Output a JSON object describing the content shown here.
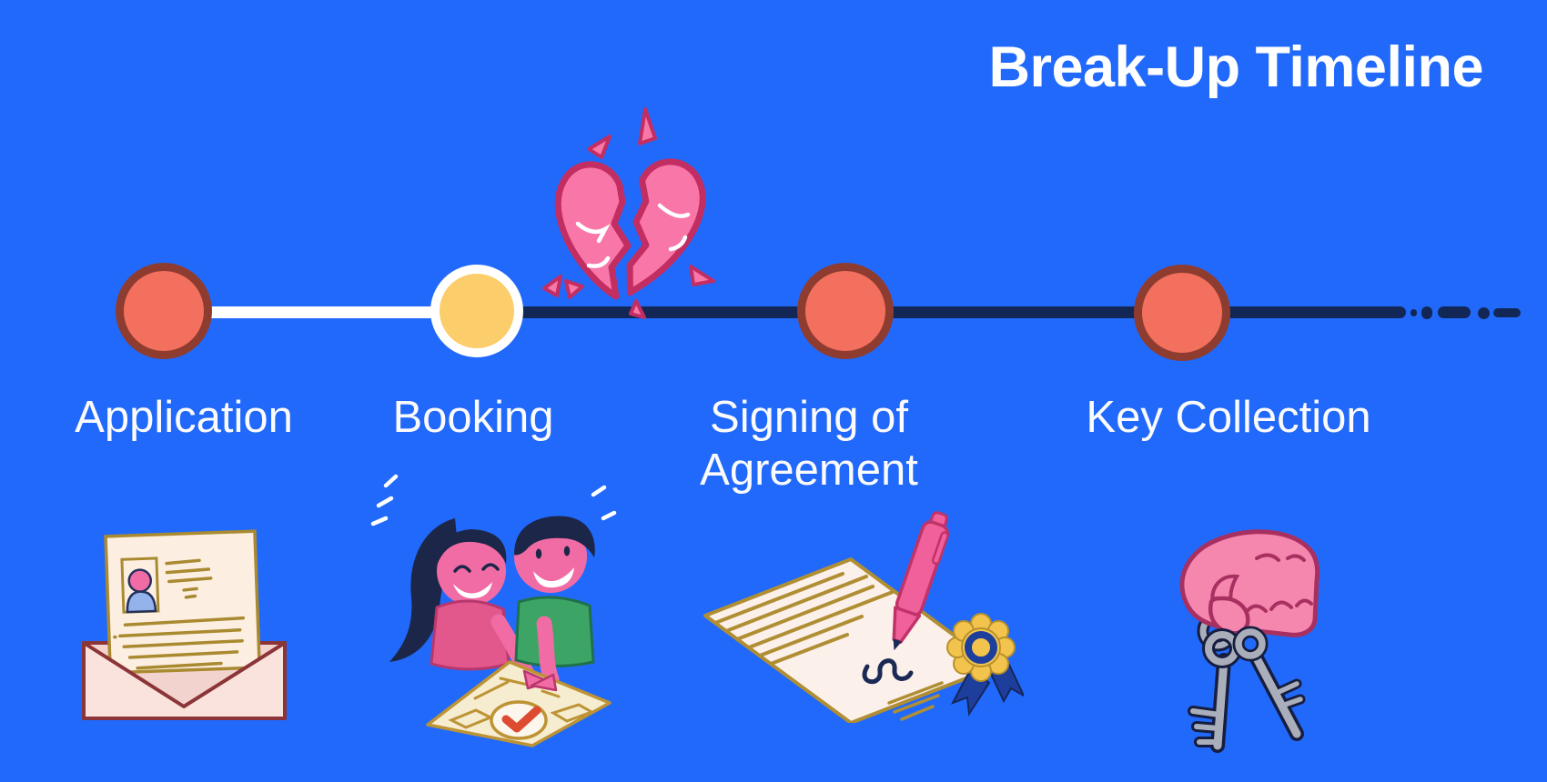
{
  "title": "Break-Up Timeline",
  "timeline": {
    "breakup_icon": "broken-heart",
    "steps": [
      {
        "label": "Application",
        "node_color": "#F4705E",
        "node_border": "#8E3C30",
        "illustration": "envelope-with-application-letter"
      },
      {
        "label": "Booking",
        "node_color": "#FBCD6B",
        "node_border": "#FFFFFF",
        "illustration": "couple-pointing-at-floorplan"
      },
      {
        "label": "Signing of Agreement",
        "node_color": "#F4705E",
        "node_border": "#8E3C30",
        "illustration": "contract-signing-pen-and-seal"
      },
      {
        "label": "Key Collection",
        "node_color": "#F4705E",
        "node_border": "#8E3C30",
        "illustration": "hand-holding-keys"
      }
    ],
    "segment_colors": {
      "before_break": "#FFFFFF",
      "after_break": "#132757"
    }
  },
  "colors": {
    "background": "#2169FB",
    "text": "#FFFFFF",
    "line_navy": "#132757",
    "heart_fill": "#F877A8",
    "heart_outline": "#C22E62",
    "skin_pink": "#F16CA4",
    "shirt_pink": "#E2588C",
    "shirt_green": "#3CA566",
    "paper_cream": "#FCEFE2",
    "gold": "#AA8A30",
    "envelope_pink": "#FAE3DD",
    "envelope_outline": "#8C3538",
    "key_gray": "#A9AEBA",
    "key_outline": "#161D3F",
    "check_red": "#DD4B30",
    "seal_gold": "#F2C44E",
    "seal_navy": "#1D3E9A"
  }
}
